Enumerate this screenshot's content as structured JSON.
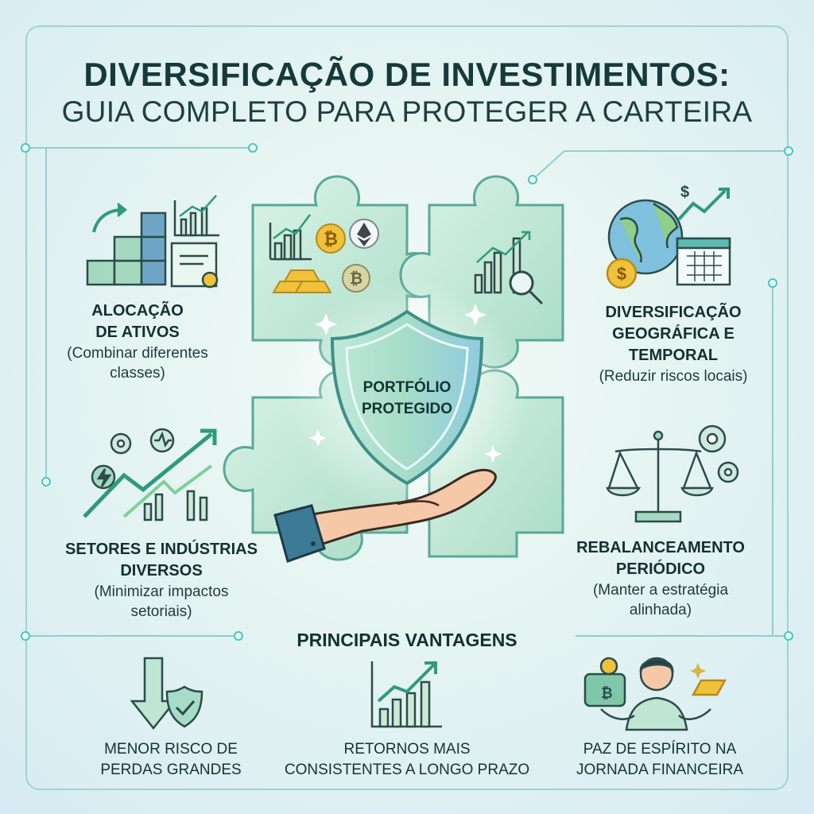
{
  "header": {
    "title": "DIVERSIFICAÇÃO DE INVESTIMENTOS:",
    "subtitle": "GUIA COMPLETO PARA PROTEGER A CARTEIRA"
  },
  "center": {
    "shield_line1": "PORTFÓLIO",
    "shield_line2": "PROTEGIDO",
    "coin_symbol": "₿"
  },
  "strategies": {
    "allocation": {
      "title_line1": "ALOCAÇÃO",
      "title_line2": "DE ATIVOS",
      "desc_line1": "(Combinar diferentes",
      "desc_line2": "classes)"
    },
    "geographic": {
      "title_line1": "DIVERSIFICAÇÃO",
      "title_line2": "GEOGRÁFICA E",
      "title_line3": "TEMPORAL",
      "desc_line1": "(Reduzir riscos locais)",
      "dollar_symbol": "$"
    },
    "sectors": {
      "title_line1": "SETORES E INDÚSTRIAS",
      "title_line2": "DIVERSOS",
      "desc_line1": "(Minimizar impactos",
      "desc_line2": "setoriais)"
    },
    "rebalance": {
      "title_line1": "REBALANCEAMENTO",
      "title_line2": "PERIÓDICO",
      "desc_line1": "(Manter a estratégia",
      "desc_line2": "alinhada)"
    }
  },
  "advantages": {
    "title": "PRINCIPAIS VANTAGENS",
    "items": [
      {
        "line1": "MENOR RISCO DE",
        "line2": "PERDAS GRANDES"
      },
      {
        "line1": "RETORNOS MAIS",
        "line2": "CONSISTENTES A LONGO PRAZO"
      },
      {
        "line1": "PAZ DE ESPÍRITO NA",
        "line2": "JORNADA FINANCEIRA"
      }
    ]
  },
  "colors": {
    "accent": "#2e9b7c",
    "puzzle": "#bfe6d2",
    "shield": "#a8dccc",
    "gold": "#f0c23a",
    "frame": "#9fd3cf"
  }
}
